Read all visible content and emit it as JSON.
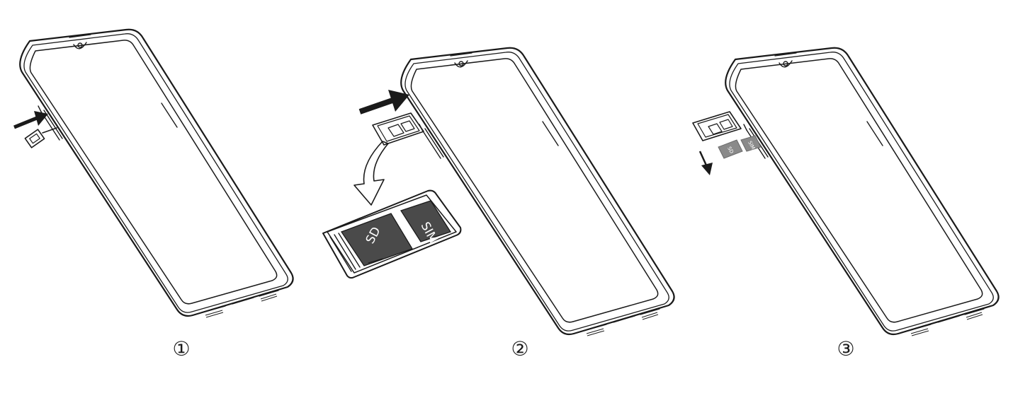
{
  "steps": [
    {
      "number": "①"
    },
    {
      "number": "②"
    },
    {
      "number": "③"
    }
  ],
  "tray": {
    "slot_sd_label": "SD",
    "slot_sim_label": "SIM"
  },
  "cards": {
    "sd_label": "SD",
    "sim_label": "SIM"
  },
  "colors": {
    "ink": "#1a1a1a",
    "card_fill": "#8a8a8a",
    "tray_slot_fill": "#4a4a4a",
    "arrow_fill": "#1a1a1a"
  }
}
